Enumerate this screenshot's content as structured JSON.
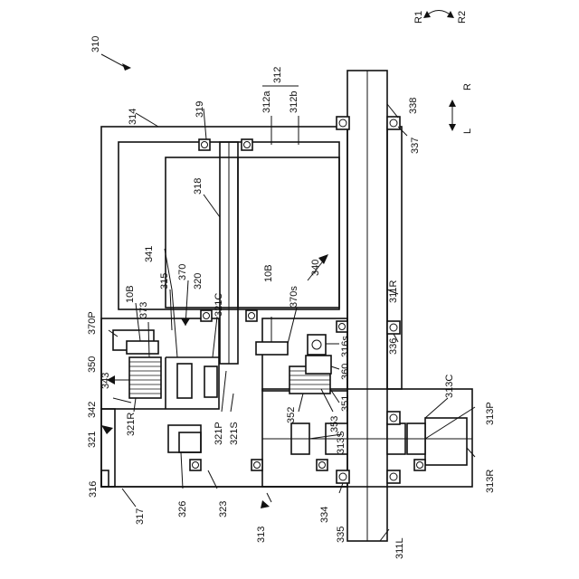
{
  "labels": {
    "l310": "310",
    "l312": "312",
    "l312a": "312a",
    "l312b": "312b",
    "l314": "314",
    "l319": "319",
    "l318": "318",
    "l338": "338",
    "l337": "337",
    "l341": "341",
    "l370": "370",
    "l320": "320",
    "l315": "315",
    "l10B_left": "10B",
    "l373": "373",
    "l370P": "370P",
    "l350": "350",
    "l343": "343",
    "l342": "342",
    "l321": "321",
    "l321R": "321R",
    "l321P": "321P",
    "l321S": "321S",
    "l321C": "321C",
    "l10B_right": "10B",
    "l370s": "370s",
    "l340": "340",
    "l311R": "311R",
    "l316s": "316s",
    "l336": "336",
    "l360": "360",
    "l351": "351",
    "l353": "353",
    "l352": "352",
    "l313S": "313S",
    "l313C": "313C",
    "l313P": "313P",
    "l313R": "313R",
    "l316": "316",
    "l317": "317",
    "l326": "326",
    "l323": "323",
    "l313": "313",
    "l334": "334",
    "l335": "335",
    "l311L": "311L"
  },
  "direction": {
    "r1": "R1",
    "r2": "R2",
    "r": "R",
    "l": "L"
  }
}
